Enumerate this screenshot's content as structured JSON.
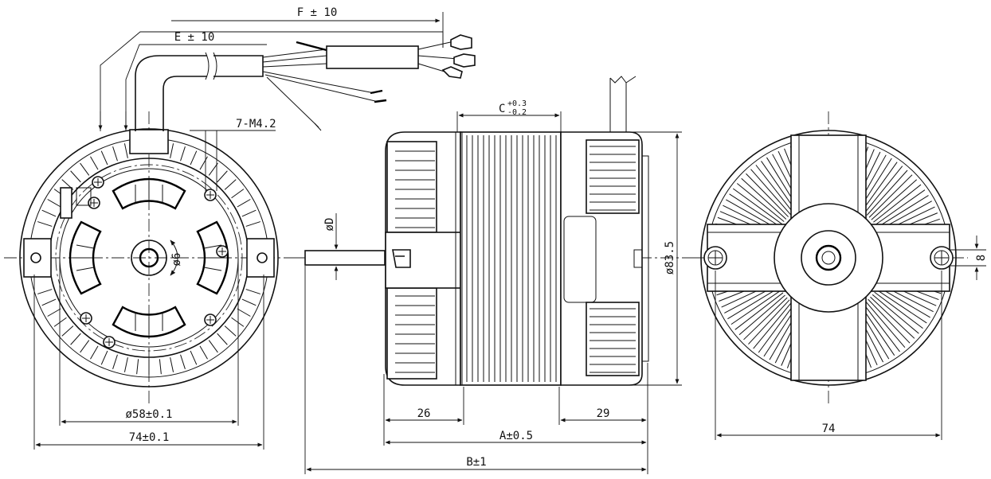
{
  "dimensions": {
    "F": "F ± 10",
    "E": "E ± 10",
    "screws": "7-M4.2",
    "C_base": "C",
    "C_plus": "+0.3",
    "C_minus": "-0.2",
    "D": "øD",
    "d_bolt": "ø58±0.1",
    "w_front": "74±0.1",
    "hub": "ø6",
    "d83": "ø83.5",
    "len26": "26",
    "len29": "29",
    "A": "A±0.5",
    "B": "B±1",
    "w_rear": "74",
    "h8": "8"
  },
  "colors": {
    "line": "#111111",
    "background": "#ffffff"
  }
}
